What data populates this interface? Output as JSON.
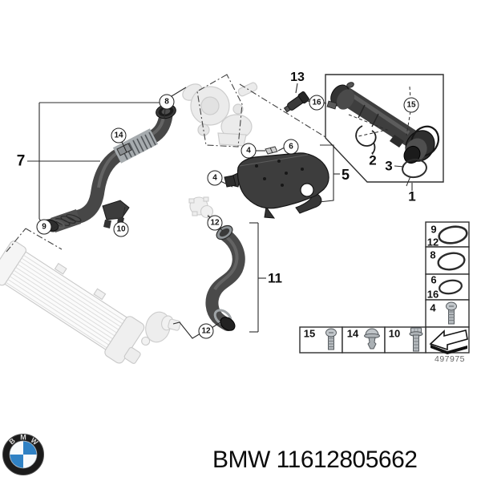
{
  "colors": {
    "part_dark": "#3f3f3f",
    "ghost_gray": "#d9d9d9",
    "line": "#2b2b2b",
    "bmw_blue": "#2f81c4"
  },
  "diagram": {
    "sheet_number": "497975",
    "callouts": {
      "c8": "8",
      "c14": "14",
      "c9": "9",
      "c10": "10",
      "c16": "16",
      "c15": "15",
      "c4a": "4",
      "c4b": "4",
      "c6": "6",
      "c12a": "12",
      "c12b": "12"
    },
    "labels": {
      "p7": "7",
      "p13": "13",
      "p2": "2",
      "p3": "3",
      "p1": "1",
      "p5": "5",
      "p11": "11"
    },
    "legend": {
      "col": [
        {
          "a": "9",
          "b": "12",
          "item": "o-ring-large"
        },
        {
          "a": "8",
          "b": "",
          "item": "o-ring-medium"
        },
        {
          "a": "6",
          "b": "16",
          "item": "o-ring-small"
        },
        {
          "a": "4",
          "b": "",
          "item": "pan-head-screw"
        }
      ],
      "row": [
        {
          "a": "15",
          "item": "pan-head-screw"
        },
        {
          "a": "14",
          "item": "expanding-rivet-clip"
        },
        {
          "a": "10",
          "item": "hex-flange-bolt"
        }
      ],
      "arrow_item": "direction-arrow"
    }
  },
  "footer": {
    "brand": "BMW",
    "part_number": "11612805662",
    "logo": {
      "letters": [
        "B",
        "M",
        "W"
      ]
    }
  }
}
